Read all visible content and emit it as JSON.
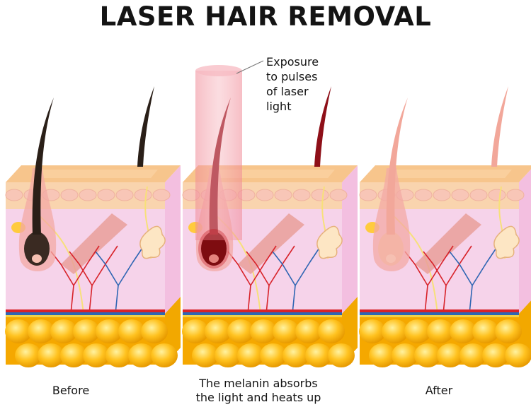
{
  "title": "LASER HAIR REMOVAL",
  "annotation": {
    "lines": [
      "Exposure",
      "to pulses",
      "of laser",
      "light"
    ]
  },
  "panels": [
    {
      "id": "before",
      "caption_lines": [
        "Before"
      ],
      "hair_color": "#2a1f18",
      "bulb_color": "#3a2a22",
      "has_laser": false
    },
    {
      "id": "during",
      "caption_lines": [
        "The melanin absorbs",
        "the light and heats up"
      ],
      "hair_color": "#8e0f18",
      "bulb_color": "#5a0a0c",
      "has_laser": true
    },
    {
      "id": "after",
      "caption_lines": [
        "After"
      ],
      "hair_color": "#f2a79a",
      "bulb_color": "#f4b4a6",
      "has_laser": false
    }
  ],
  "colors": {
    "skin_top": "#f7c58c",
    "epidermis": "#f9d4ae",
    "dermis": "#f6d3ea",
    "fat": "#ffc21f",
    "artery": "#d8232a",
    "vein": "#2f66b3",
    "laser": "#f08a96"
  }
}
